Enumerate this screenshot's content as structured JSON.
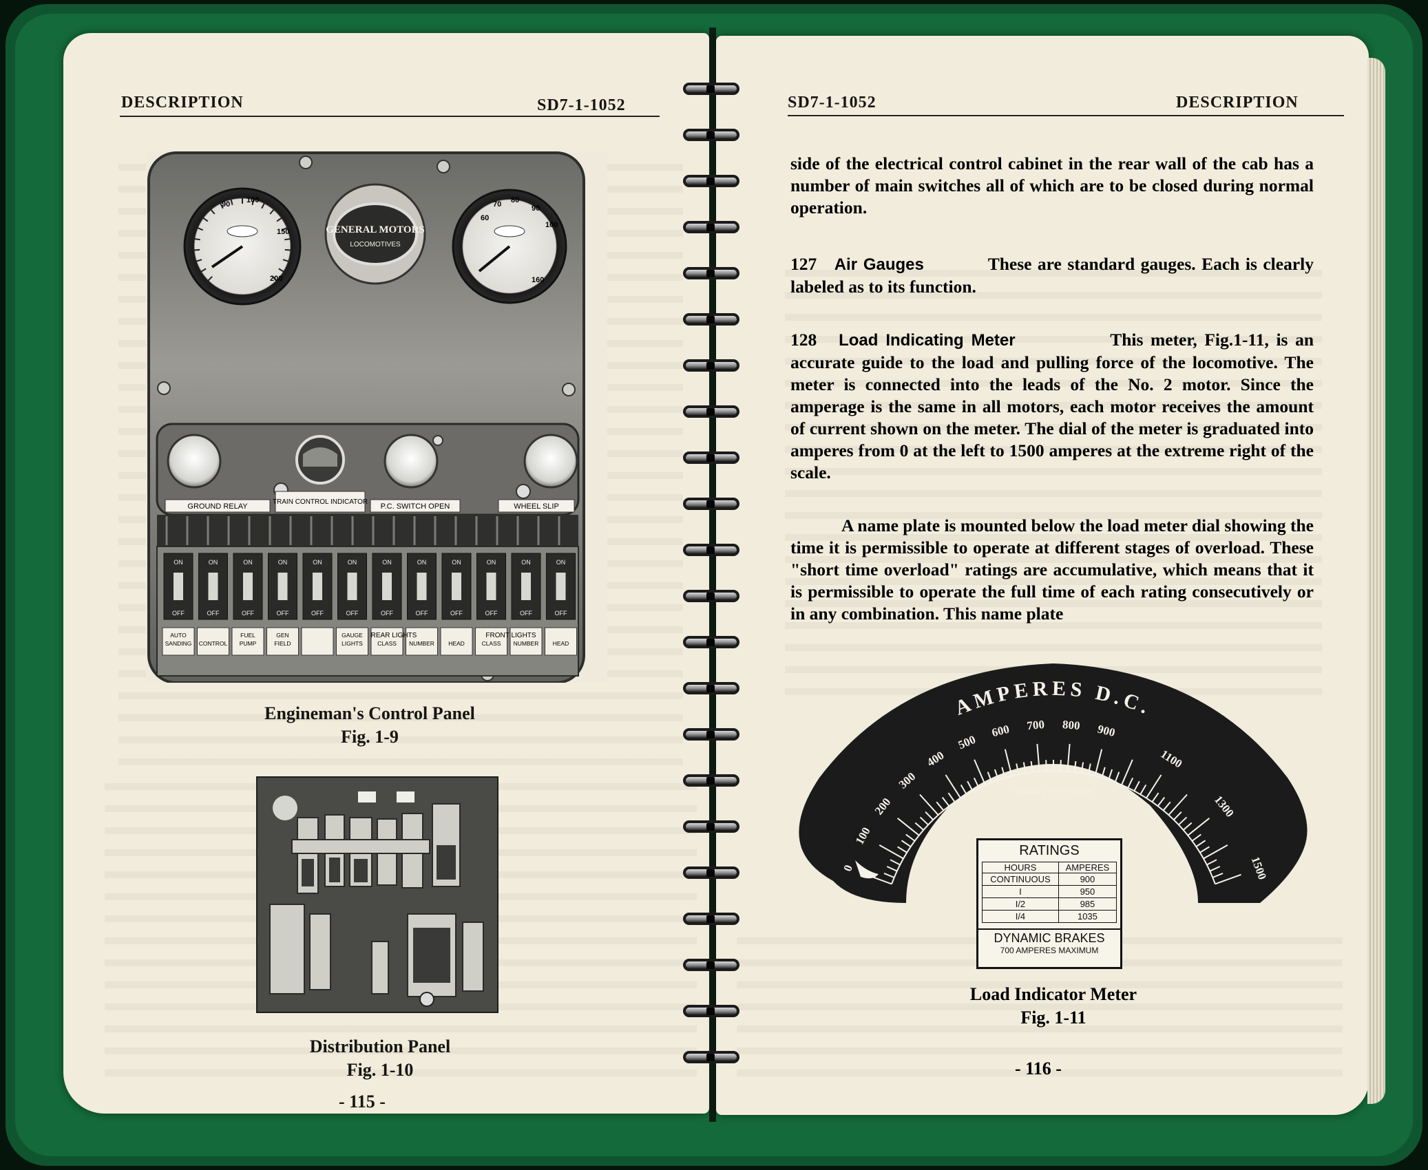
{
  "left_page": {
    "header_left": "DESCRIPTION",
    "header_right": "SD7-1-1052",
    "figure_top": {
      "caption_title": "Engineman's Control Panel",
      "caption_fig": "Fig. 1-9",
      "logo_line1": "GENERAL MOTORS",
      "logo_line2": "LOCOMOTIVES",
      "gauge_left_ticks": [
        "90",
        "100",
        "150",
        "200"
      ],
      "gauge_right_ticks": [
        "60",
        "70",
        "80",
        "90",
        "100",
        "160"
      ],
      "indicator_labels": [
        "GROUND RELAY",
        "TRAIN CONTROL INDICATOR",
        "P.C. SWITCH OPEN",
        "WHEEL SLIP"
      ],
      "switch_on": "ON",
      "switch_off": "OFF",
      "switch_labels": [
        "AUTO SANDING",
        "CONTROL",
        "FUEL PUMP",
        "GEN FIELD",
        "",
        "GAUGE LIGHTS",
        "CLASS",
        "NUMBER",
        "HEAD",
        "CLASS",
        "NUMBER",
        "HEAD"
      ],
      "group_rear": "REAR LIGHTS",
      "group_front": "FRONT LIGHTS"
    },
    "figure_bottom": {
      "caption_title": "Distribution Panel",
      "caption_fig": "Fig. 1-10"
    },
    "page_number": "- 115 -"
  },
  "right_page": {
    "header_left": "SD7-1-1052",
    "header_right": "DESCRIPTION",
    "para1": "side of the electrical control cabinet in the rear wall of the cab has a number of main switches all of which are to be closed during normal operation.",
    "item127_number": "127",
    "item127_title": "Air Gauges",
    "item127_text": "These are standard gauges. Each is clearly labeled as to its function.",
    "item128_number": "128",
    "item128_title": "Load Indicating Meter",
    "item128_text": "This meter, Fig.1-11, is an accurate guide to the load and pulling force of the locomotive. The meter is connected into the leads of the No. 2 motor. Since the amperage is the same in all motors, each motor receives the amount of current shown on the meter. The dial of the meter is graduated into amperes from 0 at the left to 1500 amperes at the extreme right of the scale.",
    "para_nameplate": "A name plate is mounted below the load meter dial showing the time it is permissible to operate at different stages of overload. These \"short time overload\" ratings are accumulative, which means that it is permissible to operate the full time of each rating consecutively or in any combination. This name plate",
    "meter": {
      "title": "AMPERES D.C.",
      "scale_labels": [
        "0",
        "100",
        "200",
        "300",
        "400",
        "500",
        "600",
        "700",
        "800",
        "900",
        "1100",
        "1300",
        "1500"
      ],
      "model_text": "MODEL 27 I NO 53204",
      "ratings_title": "RATINGS",
      "ratings_headers": [
        "HOURS",
        "AMPERES"
      ],
      "ratings_rows": [
        [
          "CONTINUOUS",
          "900"
        ],
        [
          "I",
          "950"
        ],
        [
          "I/2",
          "985"
        ],
        [
          "I/4",
          "1035"
        ]
      ],
      "dynamic_title": "DYNAMIC BRAKES",
      "dynamic_sub": "700 AMPERES MAXIMUM"
    },
    "caption_title": "Load Indicator Meter",
    "caption_fig": "Fig. 1-11",
    "page_number": "- 116 -"
  }
}
